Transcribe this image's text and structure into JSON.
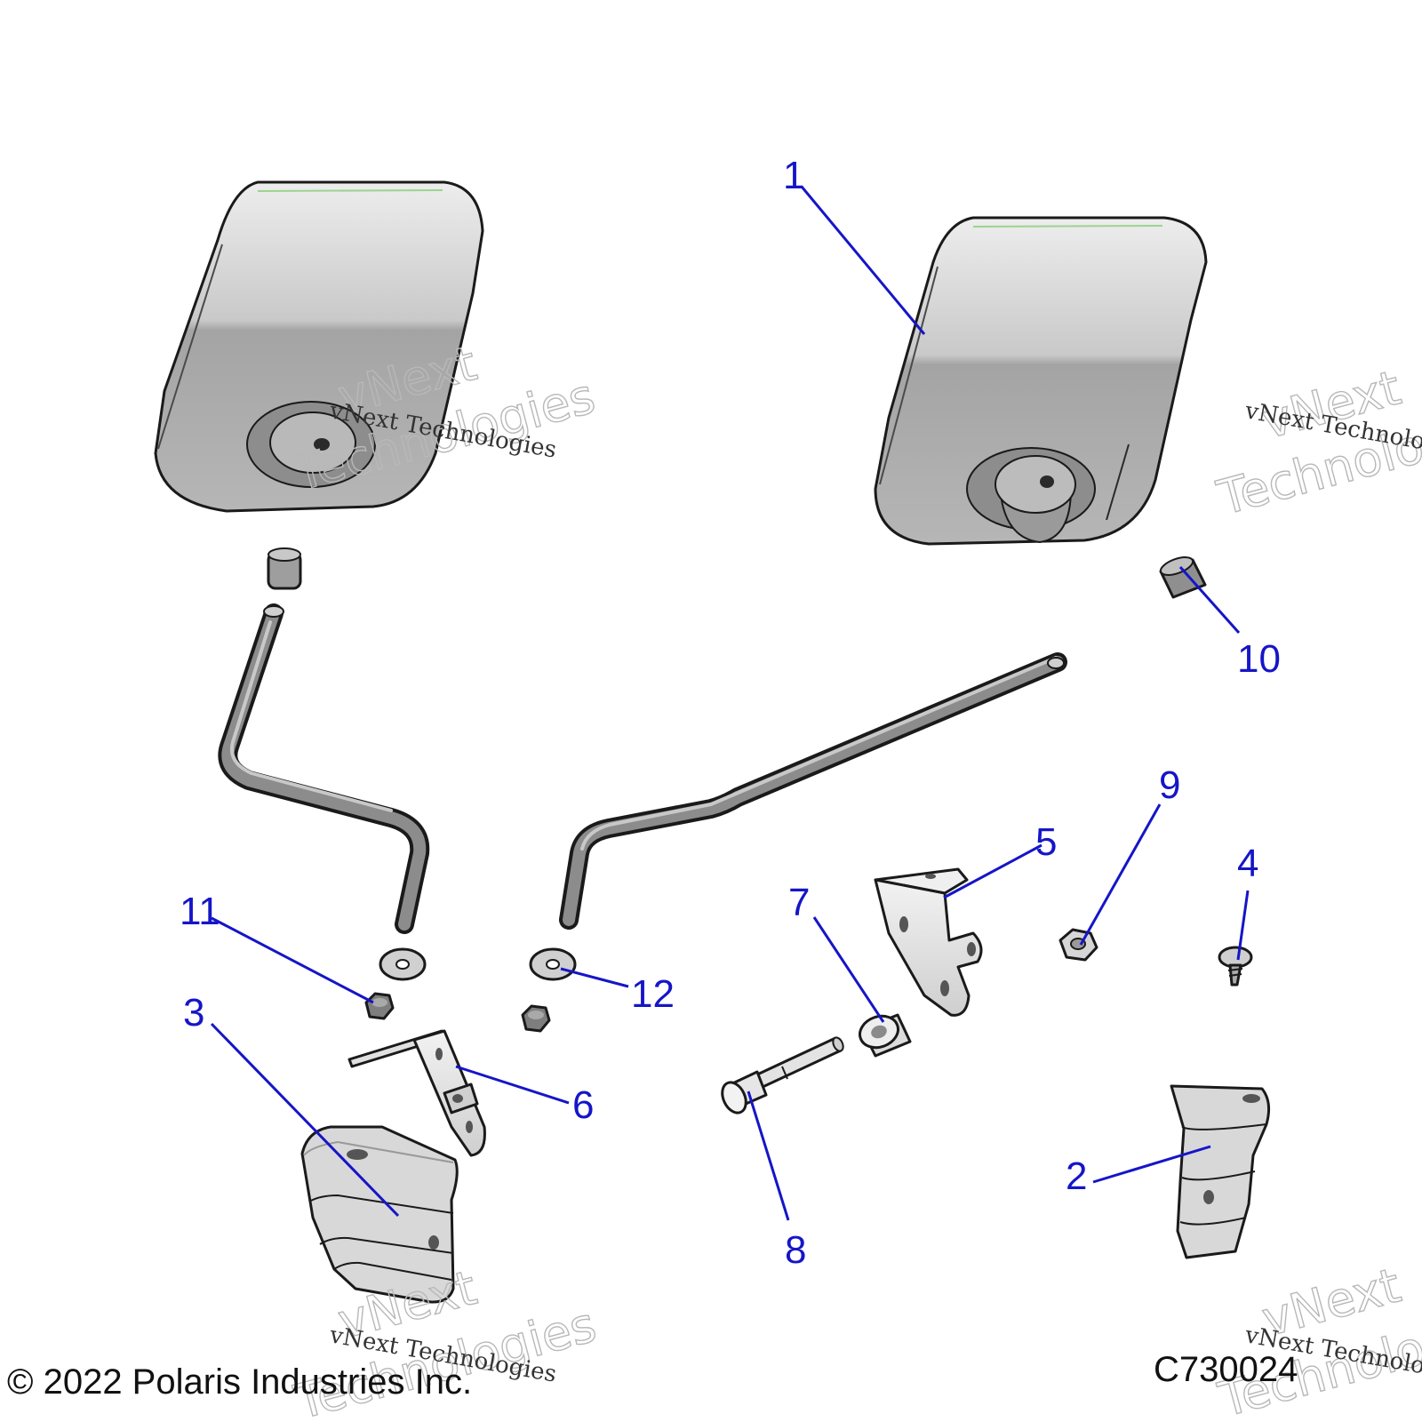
{
  "callouts": [
    {
      "number": "1"
    },
    {
      "number": "2"
    },
    {
      "number": "3"
    },
    {
      "number": "4"
    },
    {
      "number": "5"
    },
    {
      "number": "6"
    },
    {
      "number": "7"
    },
    {
      "number": "8"
    },
    {
      "number": "9"
    },
    {
      "number": "10"
    },
    {
      "number": "11"
    },
    {
      "number": "12"
    }
  ],
  "watermark": {
    "large_line_1": "vNext",
    "large_line_2": "Technologies",
    "small_line": "vNext Technologies"
  },
  "footer": {
    "copyright": "© 2022 Polaris Industries Inc.",
    "drawing_code": "C730024"
  },
  "colors": {
    "callout": "#1515c8",
    "part_fill": "#a9a9a9",
    "part_light": "#e6e6e6",
    "edge_highlight": "#9bd48f"
  }
}
